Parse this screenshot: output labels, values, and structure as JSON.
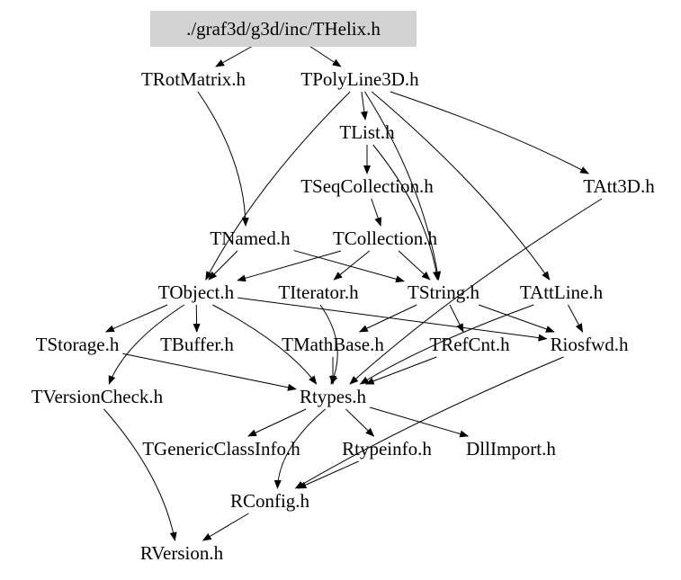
{
  "root": "./graf3d/g3d/inc/THelix.h",
  "colors": {
    "root_fill": "#d3d3d3",
    "edge": "#000000"
  },
  "nodes": {
    "THelix": "./graf3d/g3d/inc/THelix.h",
    "TRotMatrix": "TRotMatrix.h",
    "TPolyLine3D": "TPolyLine3D.h",
    "TList": "TList.h",
    "TSeqCollection": "TSeqCollection.h",
    "TAtt3D": "TAtt3D.h",
    "TNamed": "TNamed.h",
    "TCollection": "TCollection.h",
    "TObject": "TObject.h",
    "TIterator": "TIterator.h",
    "TString": "TString.h",
    "TAttLine": "TAttLine.h",
    "TStorage": "TStorage.h",
    "TBuffer": "TBuffer.h",
    "TMathBase": "TMathBase.h",
    "TRefCnt": "TRefCnt.h",
    "Riosfwd": "Riosfwd.h",
    "TVersionCheck": "TVersionCheck.h",
    "Rtypes": "Rtypes.h",
    "TGenericClassInfo": "TGenericClassInfo.h",
    "Rtypeinfo": "Rtypeinfo.h",
    "DllImport": "DllImport.h",
    "RConfig": "RConfig.h",
    "RVersion": "RVersion.h"
  },
  "edges": [
    [
      "THelix",
      "TRotMatrix"
    ],
    [
      "THelix",
      "TPolyLine3D"
    ],
    [
      "TRotMatrix",
      "TNamed"
    ],
    [
      "TPolyLine3D",
      "TList"
    ],
    [
      "TPolyLine3D",
      "TObject"
    ],
    [
      "TPolyLine3D",
      "TAtt3D"
    ],
    [
      "TPolyLine3D",
      "TAttLine"
    ],
    [
      "TPolyLine3D",
      "TString"
    ],
    [
      "TList",
      "TSeqCollection"
    ],
    [
      "TList",
      "TString"
    ],
    [
      "TSeqCollection",
      "TCollection"
    ],
    [
      "TNamed",
      "TObject"
    ],
    [
      "TNamed",
      "TString"
    ],
    [
      "TCollection",
      "TObject"
    ],
    [
      "TCollection",
      "TIterator"
    ],
    [
      "TCollection",
      "TString"
    ],
    [
      "TAtt3D",
      "Rtypes"
    ],
    [
      "TObject",
      "TStorage"
    ],
    [
      "TObject",
      "TBuffer"
    ],
    [
      "TObject",
      "TVersionCheck"
    ],
    [
      "TObject",
      "Rtypes"
    ],
    [
      "TObject",
      "Riosfwd"
    ],
    [
      "TIterator",
      "Rtypes"
    ],
    [
      "TString",
      "TMathBase"
    ],
    [
      "TString",
      "TRefCnt"
    ],
    [
      "TString",
      "Riosfwd"
    ],
    [
      "TAttLine",
      "Riosfwd"
    ],
    [
      "TAttLine",
      "Rtypes"
    ],
    [
      "TStorage",
      "Rtypes"
    ],
    [
      "TMathBase",
      "Rtypes"
    ],
    [
      "TRefCnt",
      "Rtypes"
    ],
    [
      "Riosfwd",
      "RConfig"
    ],
    [
      "TVersionCheck",
      "RVersion"
    ],
    [
      "Rtypes",
      "RConfig"
    ],
    [
      "Rtypes",
      "TGenericClassInfo"
    ],
    [
      "Rtypes",
      "Rtypeinfo"
    ],
    [
      "Rtypes",
      "DllImport"
    ],
    [
      "Rtypeinfo",
      "RConfig"
    ],
    [
      "RConfig",
      "RVersion"
    ]
  ]
}
